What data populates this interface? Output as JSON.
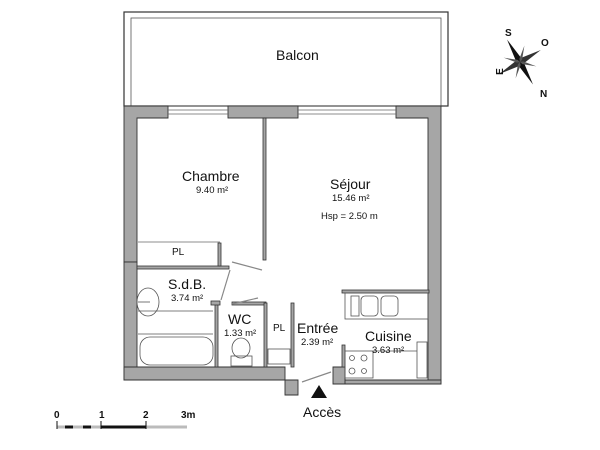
{
  "plan": {
    "balcony": {
      "name": "Balcon"
    },
    "rooms": [
      {
        "id": "chambre",
        "name": "Chambre",
        "area": "9.40 m²"
      },
      {
        "id": "sejour",
        "name": "Séjour",
        "area": "15.46 m²",
        "height": "Hsp =  2.50 m"
      },
      {
        "id": "sdb",
        "name": "S.d.B.",
        "area": "3.74 m²"
      },
      {
        "id": "wc",
        "name": "WC",
        "area": "1.33 m²"
      },
      {
        "id": "entree",
        "name": "Entrée",
        "area": "2.39 m²"
      },
      {
        "id": "cuisine",
        "name": "Cuisine",
        "area": "3.63 m²"
      }
    ],
    "closets": [
      {
        "id": "pl-chambre",
        "label": "PL"
      },
      {
        "id": "pl-entree",
        "label": "PL"
      }
    ],
    "access": {
      "label": "Accès"
    }
  },
  "compass": {
    "labels": {
      "s": "S",
      "o": "O",
      "e": "E",
      "n": "N"
    }
  },
  "scale": {
    "ticks": [
      "0",
      "1",
      "2",
      "3m"
    ]
  },
  "colors": {
    "wall": "#a6a6a6",
    "line": "#333333",
    "background": "#ffffff"
  }
}
